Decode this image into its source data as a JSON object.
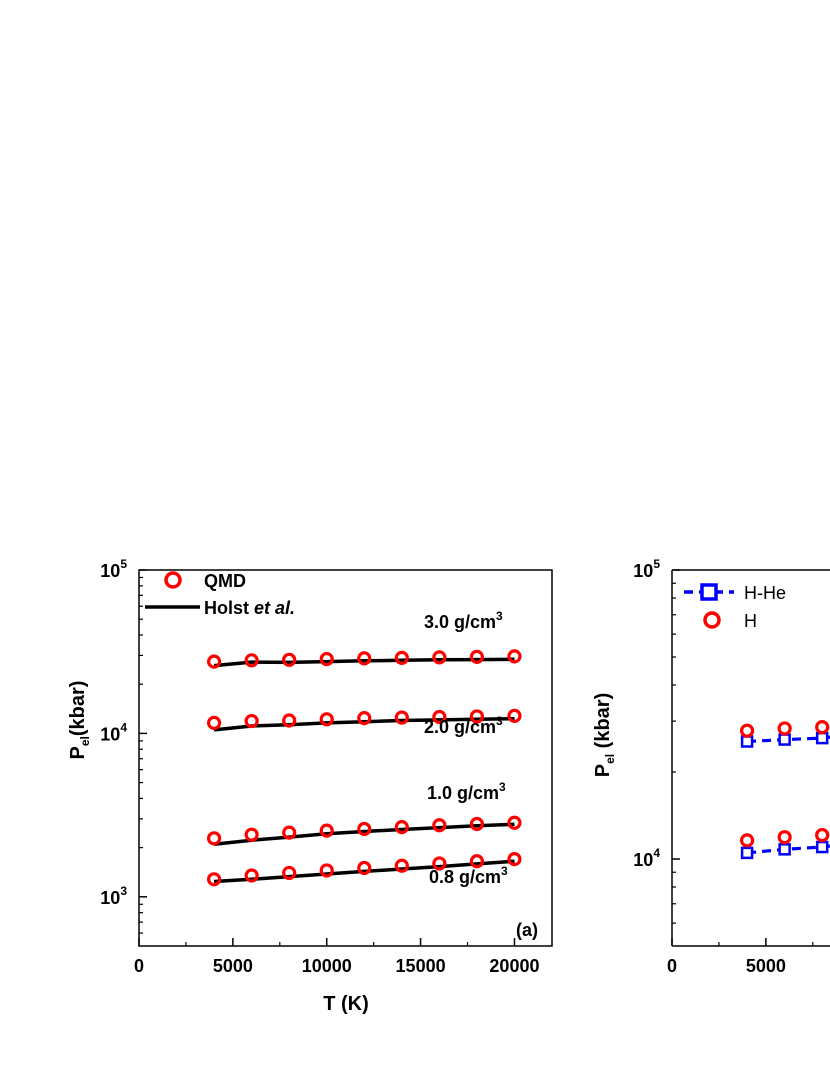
{
  "chart_data": [
    {
      "type": "line",
      "panel_label": "(a)",
      "xlabel": "T (K)",
      "ylabel": "P",
      "ylabel_sub": "el",
      "ylabel_rest": "(kbar)",
      "xlim": [
        0,
        22000
      ],
      "ylim": [
        500,
        100000
      ],
      "yscale": "log",
      "x_ticks": [
        0,
        5000,
        10000,
        15000,
        20000
      ],
      "x_tick_labels": [
        "0",
        "5000",
        "10000",
        "15000",
        "20000"
      ],
      "y_ticks": [
        1000,
        10000,
        100000
      ],
      "y_tick_base": "10",
      "y_tick_exponents": [
        "3",
        "4",
        "5"
      ],
      "legend_position": "top-left",
      "legend": [
        {
          "label": "QMD",
          "marker": "circle",
          "color": "#ff0000"
        },
        {
          "label": "Holst ",
          "label_italic": "et al.",
          "marker": "line",
          "color": "#000000"
        }
      ],
      "x": [
        4000,
        6000,
        8000,
        10000,
        12000,
        14000,
        16000,
        18000,
        20000
      ],
      "series": [
        {
          "annotation": "3.0 g/cm",
          "annotation_sup": "3",
          "qmd": [
            27500,
            28000,
            28200,
            28500,
            28800,
            29000,
            29200,
            29400,
            29600
          ],
          "holst": [
            26000,
            27300,
            27200,
            27500,
            27800,
            28000,
            28200,
            28300,
            28400
          ]
        },
        {
          "annotation": "2.0 g/cm",
          "annotation_sup": "3",
          "qmd": [
            11600,
            11900,
            12000,
            12200,
            12400,
            12500,
            12600,
            12700,
            12800
          ],
          "holst": [
            10500,
            11100,
            11300,
            11600,
            11800,
            12000,
            12100,
            12200,
            12300
          ]
        },
        {
          "annotation": "1.0 g/cm",
          "annotation_sup": "3",
          "qmd": [
            2280,
            2400,
            2470,
            2540,
            2600,
            2670,
            2740,
            2790,
            2840
          ],
          "holst": [
            2100,
            2220,
            2320,
            2430,
            2510,
            2580,
            2650,
            2720,
            2780
          ]
        },
        {
          "annotation": "0.8 g/cm",
          "annotation_sup": "3",
          "qmd": [
            1280,
            1350,
            1400,
            1450,
            1500,
            1550,
            1600,
            1650,
            1700
          ],
          "holst": [
            1240,
            1280,
            1330,
            1380,
            1430,
            1480,
            1530,
            1590,
            1650
          ]
        }
      ]
    },
    {
      "type": "line",
      "ylabel": "P",
      "ylabel_sub": "el",
      "ylabel_rest": " (kbar)",
      "xlim": [
        0,
        22000
      ],
      "ylim": [
        5000,
        100000
      ],
      "yscale": "log",
      "x_ticks": [
        0,
        5000
      ],
      "x_tick_labels": [
        "0",
        "5000"
      ],
      "y_ticks": [
        10000,
        100000
      ],
      "y_tick_base": "10",
      "y_tick_exponents": [
        "4",
        "5"
      ],
      "legend_position": "top-left",
      "legend": [
        {
          "label": "H-He",
          "marker": "square-dashed",
          "color": "#0000ff"
        },
        {
          "label": "H",
          "marker": "circle",
          "color": "#ff0000"
        }
      ],
      "x": [
        4000,
        6000,
        8000
      ],
      "series": [
        {
          "name": "H",
          "values_upper": [
            27800,
            28300,
            28600
          ],
          "values_lower": [
            11600,
            11900,
            12100
          ]
        },
        {
          "name": "H-He",
          "values_upper": [
            25500,
            25900,
            26200
          ],
          "values_lower": [
            10500,
            10800,
            11000
          ]
        }
      ]
    }
  ]
}
